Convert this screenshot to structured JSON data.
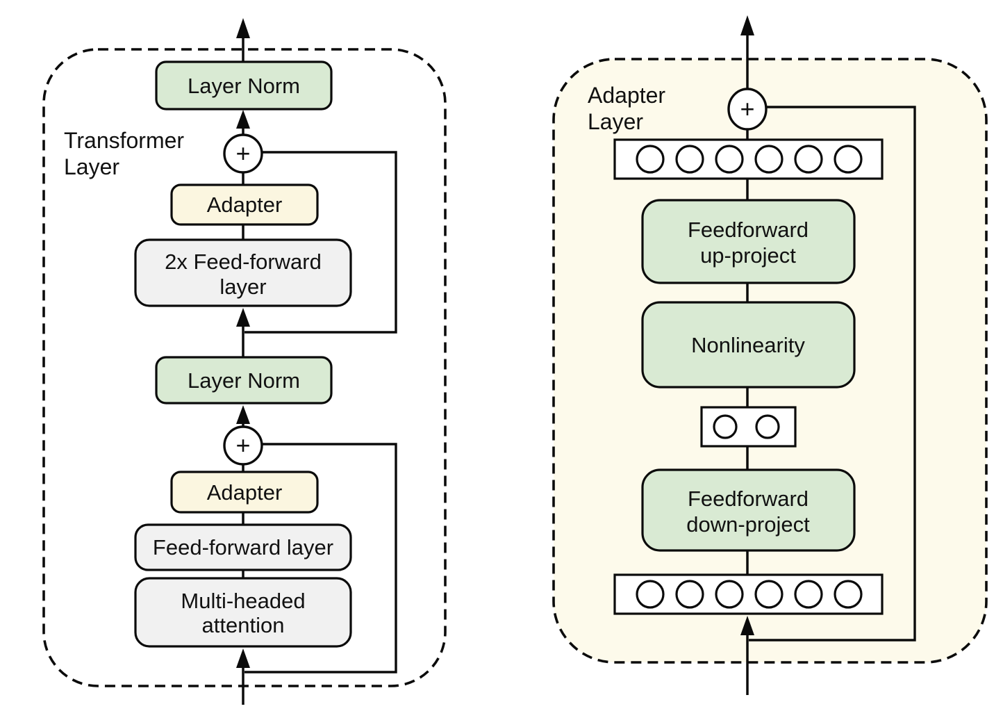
{
  "left_panel": {
    "tag_line1": "Transformer",
    "tag_line2": "Layer",
    "plus_sign": "+",
    "boxes": {
      "layer_norm_top": "Layer Norm",
      "adapter_top": "Adapter",
      "feedforward_2x_line1": "2x Feed-forward",
      "feedforward_2x_line2": "layer",
      "layer_norm_bottom": "Layer Norm",
      "adapter_bottom": "Adapter",
      "feedforward_single": "Feed-forward layer",
      "attention_line1": "Multi-headed",
      "attention_line2": "attention"
    }
  },
  "right_panel": {
    "tag_line1": "Adapter",
    "tag_line2": "Layer",
    "plus_sign": "+",
    "boxes": {
      "up_project_line1": "Feedforward",
      "up_project_line2": "up-project",
      "nonlinearity": "Nonlinearity",
      "down_project_line1": "Feedforward",
      "down_project_line2": "down-project"
    },
    "top_features": {
      "count": 6
    },
    "bottom_features": {
      "count": 6
    },
    "bottleneck_features": {
      "count": 2
    }
  },
  "colors": {
    "green_box": "#d9ead3",
    "cream_box": "#fbf6e0",
    "panel_cream": "#fdfaeb",
    "gray_box": "#f1f1f1",
    "white": "#ffffff"
  }
}
